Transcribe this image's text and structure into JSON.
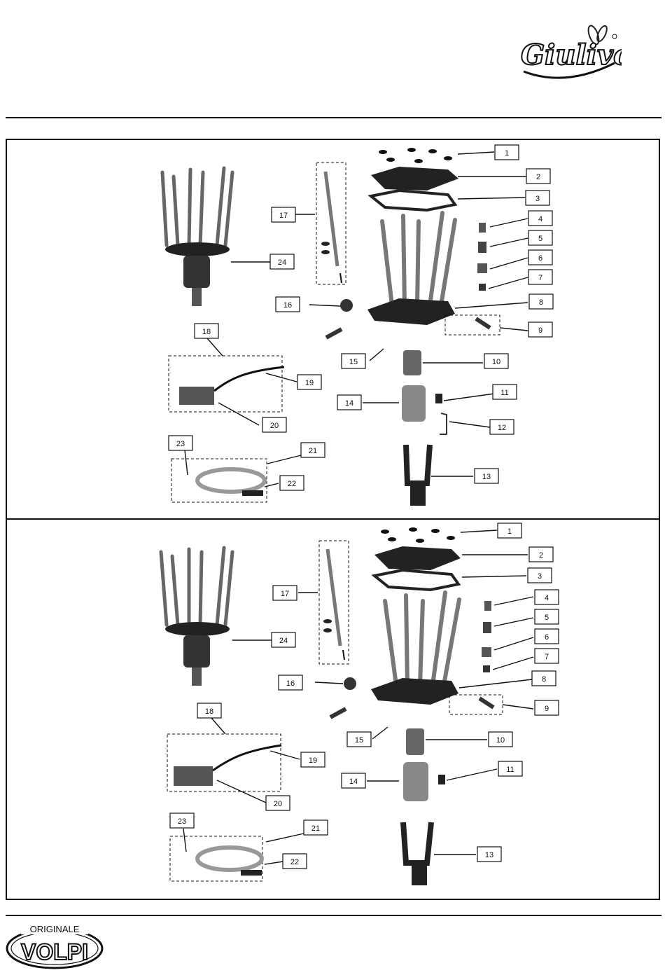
{
  "header": {
    "brand_logo": "Giulivo"
  },
  "footer": {
    "brand_logo_top": "ORIGINALE",
    "brand_logo_main": "VOLPI"
  },
  "diagrams": [
    {
      "callouts": [
        "1",
        "2",
        "3",
        "4",
        "5",
        "6",
        "7",
        "8",
        "9",
        "10",
        "11",
        "12",
        "13",
        "14",
        "15",
        "16",
        "17",
        "18",
        "19",
        "20",
        "21",
        "22",
        "23",
        "24"
      ]
    },
    {
      "callouts": [
        "1",
        "2",
        "3",
        "4",
        "5",
        "6",
        "7",
        "8",
        "9",
        "10",
        "11",
        "13",
        "14",
        "15",
        "16",
        "17",
        "18",
        "19",
        "20",
        "21",
        "22",
        "23",
        "24"
      ]
    }
  ]
}
